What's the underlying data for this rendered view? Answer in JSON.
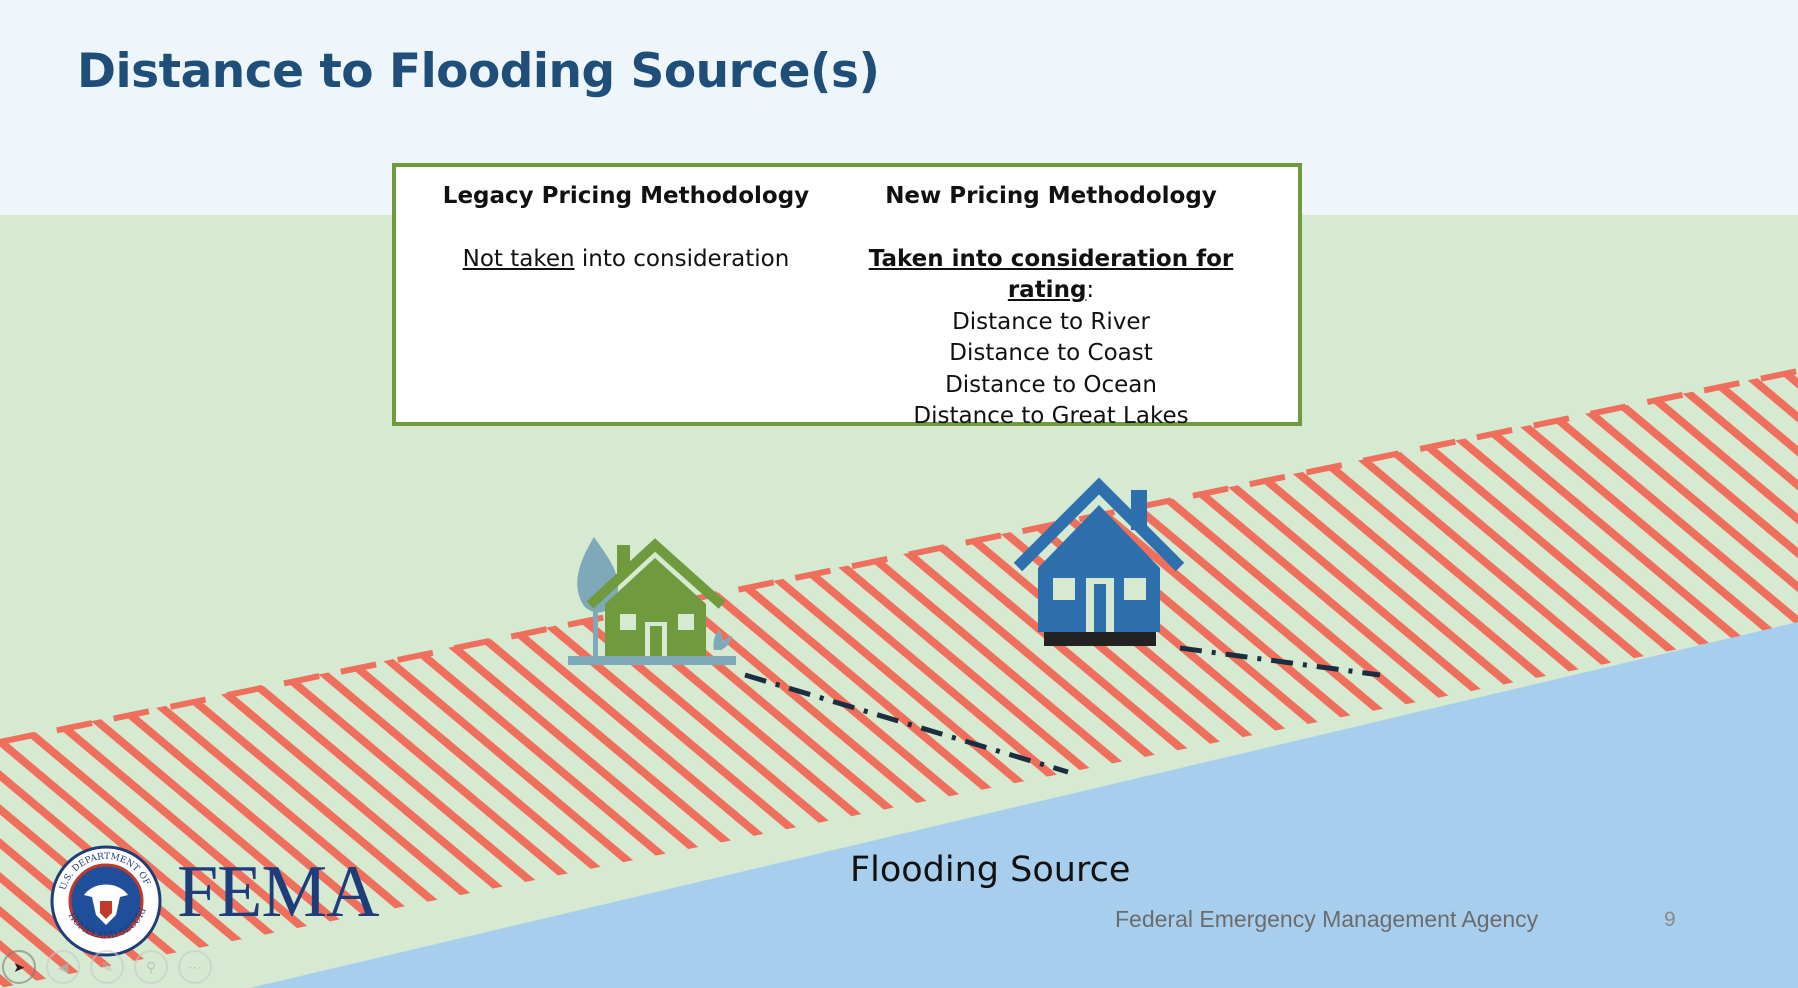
{
  "slide": {
    "title": "Distance to Flooding Source(s)",
    "page_number": "9",
    "footer_agency": "Federal Emergency Management Agency",
    "logo_text": "FEMA",
    "seal_text": "U.S. DEPARTMENT OF HOMELAND SECURITY"
  },
  "comparison": {
    "legacy": {
      "heading": "Legacy Pricing Methodology",
      "emphasis": "Not taken",
      "rest": " into consideration"
    },
    "new": {
      "heading": "New Pricing Methodology",
      "lead": "Taken into consideration for rating",
      "lead_suffix": ":",
      "items": [
        "Distance to River",
        "Distance to Coast",
        "Distance to Ocean",
        "Distance to Great Lakes"
      ]
    }
  },
  "diagram": {
    "flooding_label": "Flooding Source",
    "colors": {
      "sky": "#eef5fb",
      "land": "#d5ead0",
      "flood_zone_stripe": "#ef6f5c",
      "water": "#a8ceee",
      "green_house": "#6f9a3e",
      "blue_house": "#2e6fae",
      "tree": "#7fa9b8",
      "dash_line": "#1a2e40"
    },
    "icons": [
      "green-house-icon",
      "tree-icon",
      "blue-house-icon",
      "dhs-seal-icon"
    ]
  },
  "player_controls": [
    "pointer-icon",
    "previous-icon",
    "pen-icon",
    "zoom-icon",
    "more-icon"
  ]
}
